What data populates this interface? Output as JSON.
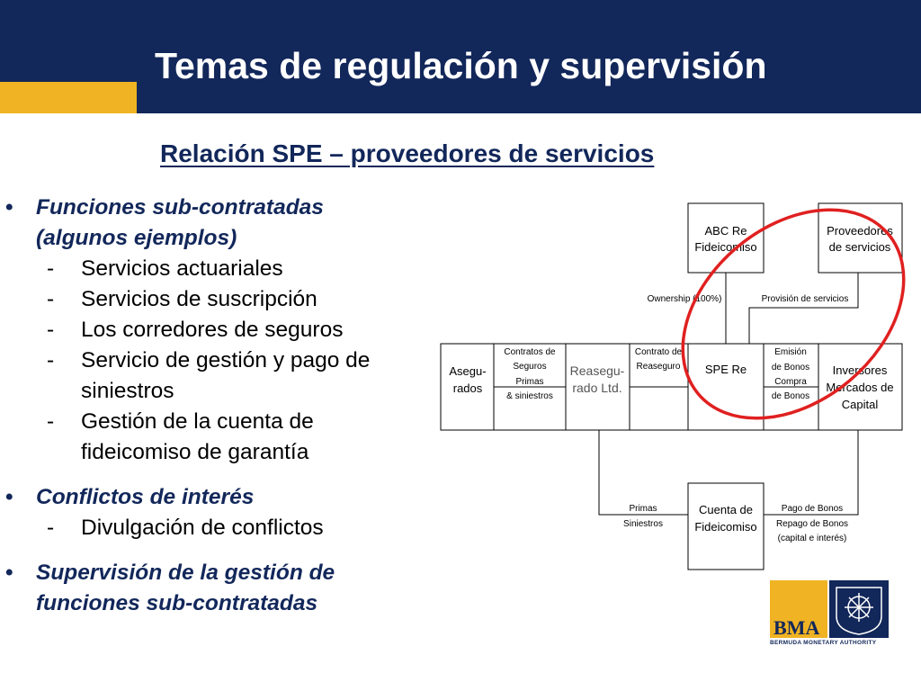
{
  "slide": {
    "title": "Temas de regulación y supervisión",
    "subtitle": "Relación SPE – proveedores de servicios"
  },
  "bullets": [
    {
      "heading_lines": [
        "Funciones sub-contratadas",
        "(algunos ejemplos)"
      ],
      "items": [
        [
          "Servicios actuariales"
        ],
        [
          "Servicios de suscripción"
        ],
        [
          "Los corredores de seguros"
        ],
        [
          "Servicio de gestión y pago de",
          "siniestros"
        ],
        [
          "Gestión de la cuenta de",
          "fideicomiso de garantía"
        ]
      ]
    },
    {
      "heading_lines": [
        "Conflictos de interés"
      ],
      "items": [
        [
          "Divulgación de conflictos"
        ]
      ]
    },
    {
      "heading_lines": [
        "Supervisión de la gestión de",
        "funciones sub-contratadas"
      ],
      "items": []
    }
  ],
  "diagram": {
    "boxes": {
      "abc_re": [
        "ABC Re",
        "Fideicomiso"
      ],
      "proveedores": [
        "Proveedores",
        "de servicios"
      ],
      "asegurados": [
        "Asegu-",
        "rados"
      ],
      "reaseguradora": [
        "Reasegu-",
        "rado Ltd."
      ],
      "spe_re": [
        "SPE Re"
      ],
      "inversores": [
        "Inversores",
        "Mercados de",
        "Capital"
      ],
      "cuenta": [
        "Cuenta de",
        "Fideicomiso"
      ]
    },
    "labels": {
      "ownership": "Ownership (100%)",
      "provision": "Provisión de servicios",
      "contratos": [
        "Contratos de",
        "Seguros",
        "Primas",
        "& siniestros"
      ],
      "contrato_reaseguro": [
        "Contrato de",
        "Reaseguro"
      ],
      "emision": [
        "Emisión",
        "de Bonos",
        "Compra",
        "de Bonos"
      ],
      "primas_siniestros": [
        "Primas",
        "Siniestros"
      ],
      "pago_bonos": [
        "Pago de Bonos",
        "Repago de Bonos",
        "(capital e interés)"
      ]
    },
    "highlight_color": "#e02020"
  },
  "logo": {
    "abbr": "BMA",
    "name": "BERMUDA MONETARY AUTHORITY",
    "colors": {
      "navy": "#12275a",
      "gold": "#f0b323"
    }
  }
}
